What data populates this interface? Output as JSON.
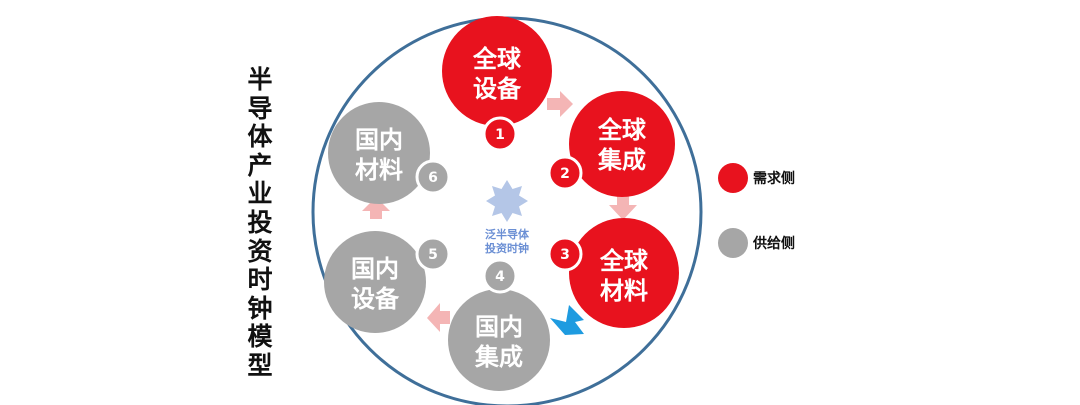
{
  "title": "半导体产业投资时钟模型",
  "center_label_lines": [
    "泛半导体",
    "投资时钟"
  ],
  "colors": {
    "demand": "#e8121e",
    "supply": "#a6a6a6",
    "ring": "#3f6f99",
    "arrow_pink": "#f4b5b5",
    "arrow_blue": "#1e9be0",
    "star": "#b4c6e7",
    "center_text": "#6b8fd4"
  },
  "nodes": [
    {
      "lines": [
        "全球",
        "设备"
      ],
      "number": "1",
      "side": "demand"
    },
    {
      "lines": [
        "全球",
        "集成"
      ],
      "number": "2",
      "side": "demand"
    },
    {
      "lines": [
        "全球",
        "材料"
      ],
      "number": "3",
      "side": "demand"
    },
    {
      "lines": [
        "国内",
        "集成"
      ],
      "number": "4",
      "side": "supply"
    },
    {
      "lines": [
        "国内",
        "设备"
      ],
      "number": "5",
      "side": "supply"
    },
    {
      "lines": [
        "国内",
        "材料"
      ],
      "number": "6",
      "side": "supply"
    }
  ],
  "legend": [
    {
      "label": "需求侧",
      "side": "demand"
    },
    {
      "label": "供给侧",
      "side": "supply"
    }
  ]
}
